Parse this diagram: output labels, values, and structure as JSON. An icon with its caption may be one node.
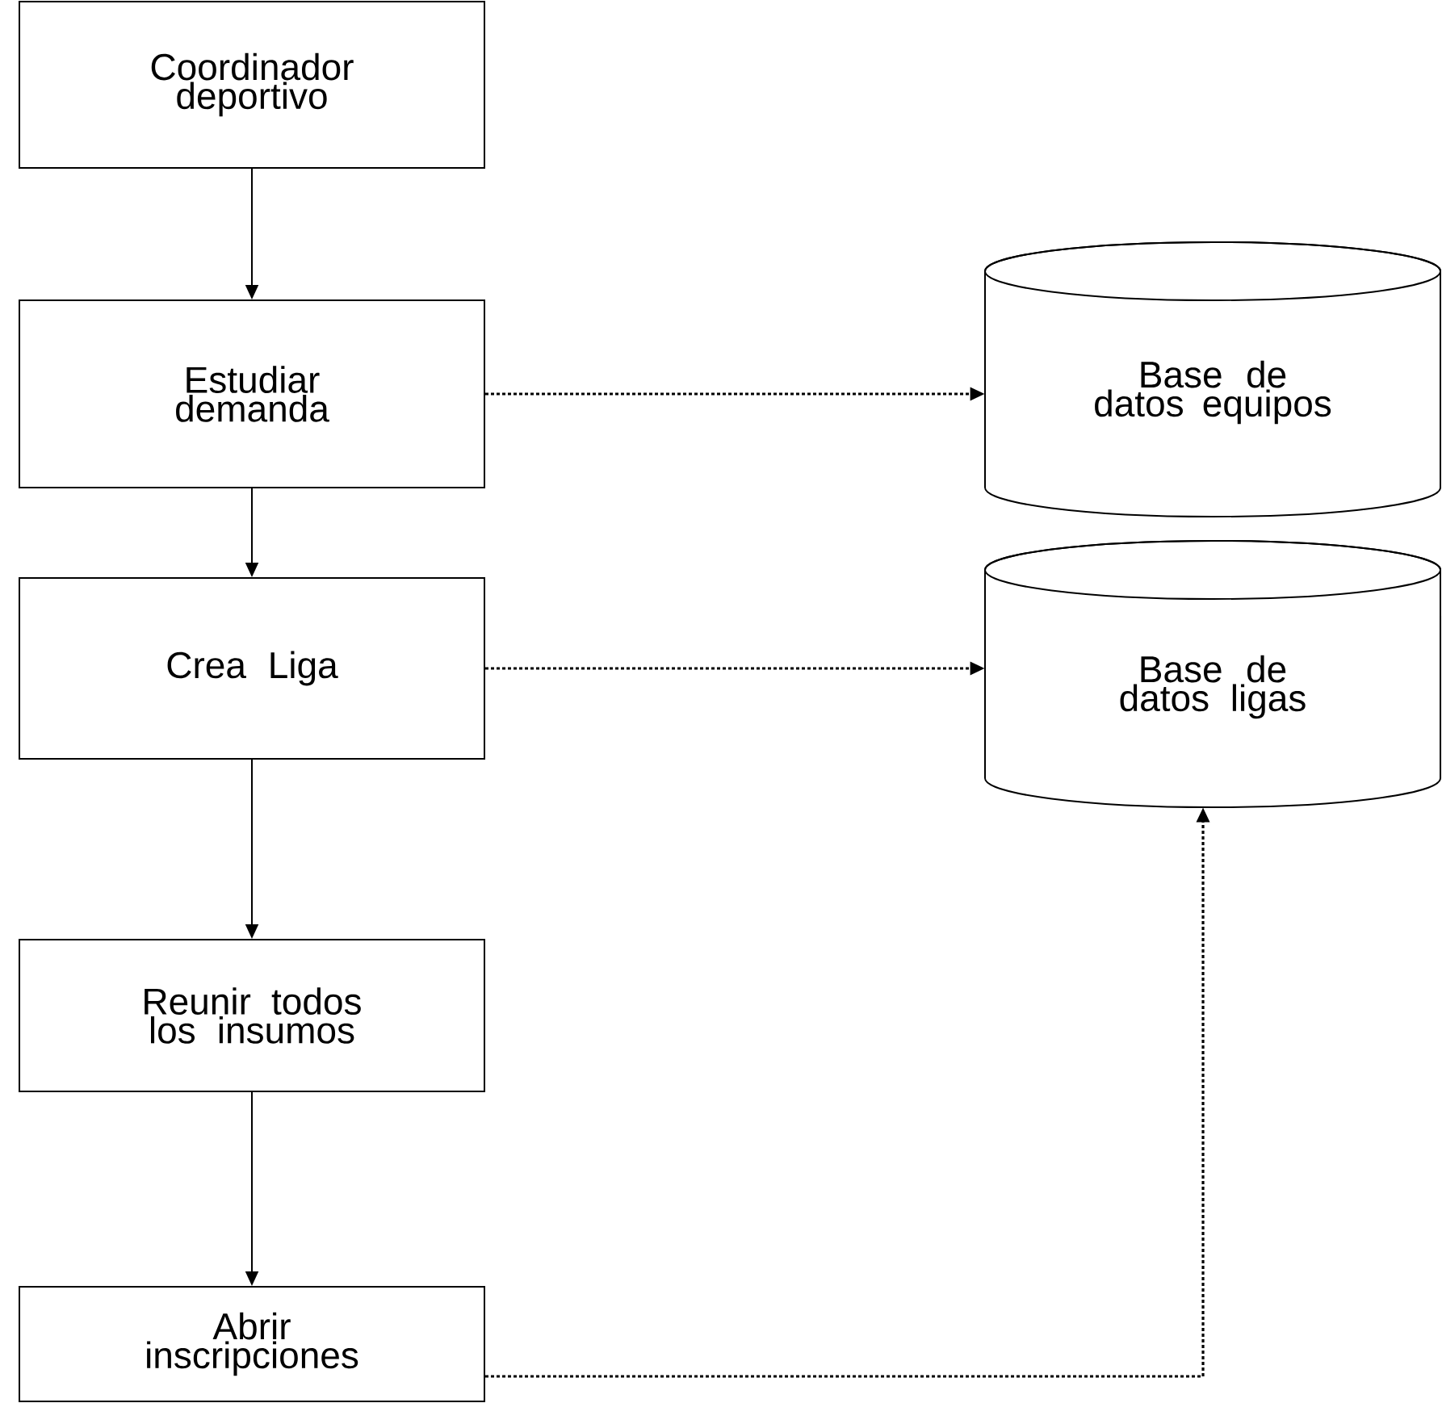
{
  "diagram": {
    "nodes": [
      {
        "text": [
          "Coordinador deportivo"
        ]
      },
      {
        "text": [
          "Estudiar demanda"
        ]
      },
      {
        "text": [
          "Crea Liga"
        ]
      },
      {
        "text": [
          "Reunir todos los insumos"
        ]
      },
      {
        "text": [
          "Abrir inscripciones"
        ]
      },
      {
        "text": [
          "Base de datos equipos"
        ]
      },
      {
        "text": [
          "Base de datos ligas"
        ]
      }
    ],
    "edges": [
      {
        "from": 0,
        "to": 1,
        "arrow": "to"
      },
      {
        "from": 1,
        "to": 2,
        "arrow": "to"
      },
      {
        "from": 2,
        "to": 3,
        "arrow": "to"
      },
      {
        "from": 3,
        "to": 4,
        "arrow": "to"
      },
      {
        "from": 1,
        "to": 5,
        "arrow": "to",
        "style": "dashed"
      },
      {
        "from": 2,
        "to": 6,
        "arrow": "to",
        "style": "dashed"
      },
      {
        "from": 4,
        "to": 6,
        "arrow": "to",
        "style": "dashed"
      }
    ]
  }
}
